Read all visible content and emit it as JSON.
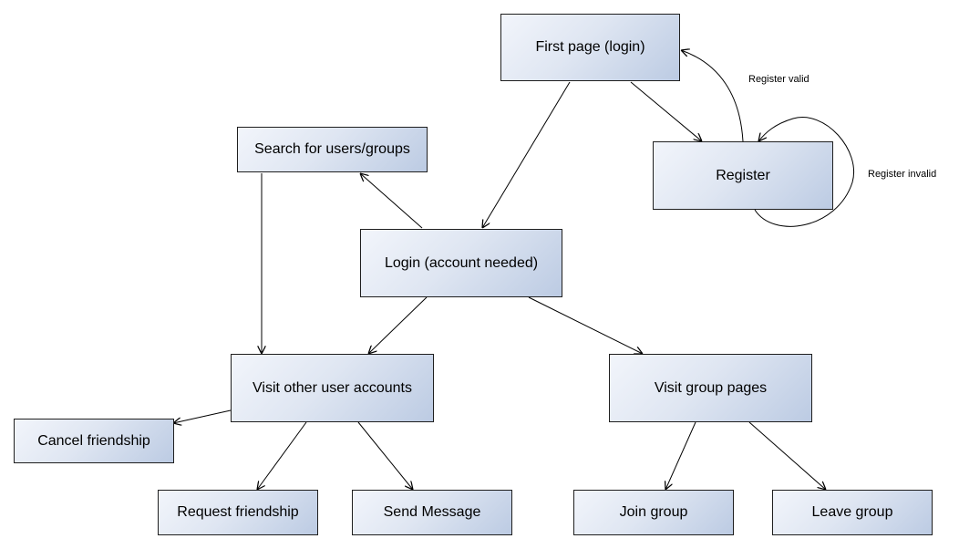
{
  "nodes": {
    "first_page": "First page (login)",
    "register": "Register",
    "search": "Search for users/groups",
    "login": "Login (account needed)",
    "visit_users": "Visit other user accounts",
    "visit_groups": "Visit group pages",
    "cancel_friendship": "Cancel friendship",
    "request_friendship": "Request friendship",
    "send_message": "Send Message",
    "join_group": "Join group",
    "leave_group": "Leave group"
  },
  "edge_labels": {
    "register_valid": "Register valid",
    "register_invalid": "Register invalid"
  },
  "edges": [
    {
      "from": "first_page",
      "to": "login"
    },
    {
      "from": "first_page",
      "to": "register"
    },
    {
      "from": "register",
      "to": "first_page",
      "label": "register_valid"
    },
    {
      "from": "register",
      "to": "register",
      "label": "register_invalid"
    },
    {
      "from": "login",
      "to": "search"
    },
    {
      "from": "search",
      "to": "visit_users"
    },
    {
      "from": "login",
      "to": "visit_users"
    },
    {
      "from": "login",
      "to": "visit_groups"
    },
    {
      "from": "visit_users",
      "to": "cancel_friendship"
    },
    {
      "from": "visit_users",
      "to": "request_friendship"
    },
    {
      "from": "visit_users",
      "to": "send_message"
    },
    {
      "from": "visit_groups",
      "to": "join_group"
    },
    {
      "from": "visit_groups",
      "to": "leave_group"
    }
  ],
  "colors": {
    "node_border": "#1f1f1f",
    "node_fill_light": "#f2f5fb",
    "node_fill_dark": "#bccbe3",
    "edge": "#000000"
  }
}
